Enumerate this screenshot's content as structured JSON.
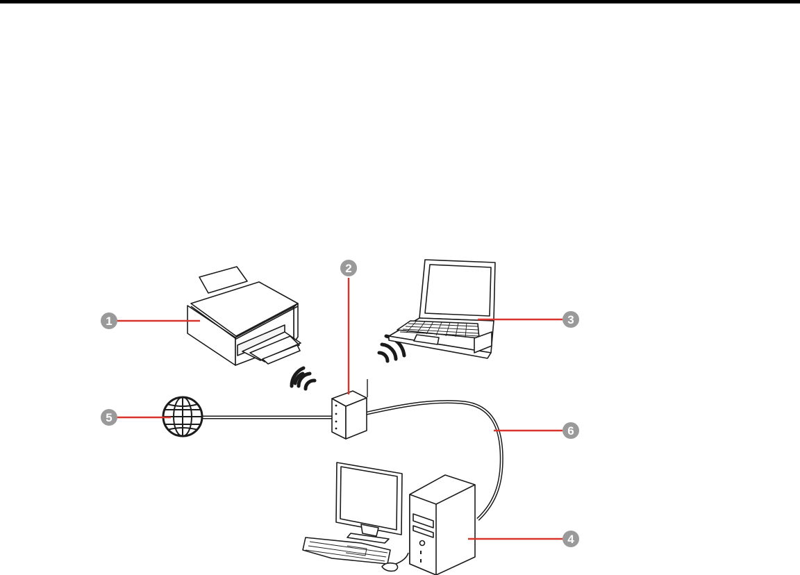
{
  "callouts": [
    {
      "number": "1",
      "device": "printer"
    },
    {
      "number": "2",
      "device": "wireless-router"
    },
    {
      "number": "3",
      "device": "laptop-computer"
    },
    {
      "number": "4",
      "device": "desktop-computer"
    },
    {
      "number": "5",
      "device": "internet"
    },
    {
      "number": "6",
      "device": "ethernet-cable"
    }
  ],
  "colors": {
    "leader_line": "#d9342b",
    "callout_circle": "#9a9a9a",
    "outline": "#1a1a1a",
    "rule": "#000000"
  }
}
